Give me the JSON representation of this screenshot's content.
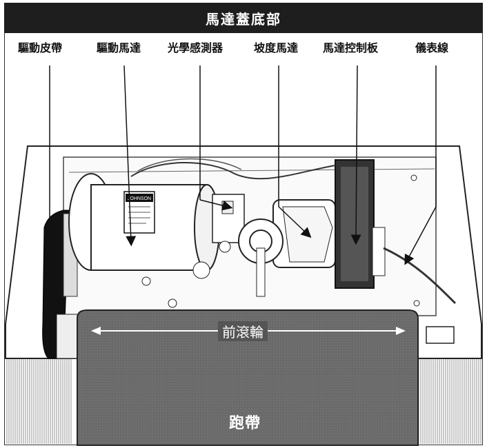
{
  "header": {
    "title": "馬達蓋底部"
  },
  "labels": {
    "drive_belt": "驅動皮帶",
    "drive_motor": "驅動馬達",
    "optical_sensor": "光學感測器",
    "incline_motor": "坡度馬達",
    "motor_control_board": "馬達控制板",
    "console_cable": "儀表線",
    "front_roller": "前滾輪",
    "running_belt": "跑帶",
    "motor_badge": "JOHNSON"
  }
}
